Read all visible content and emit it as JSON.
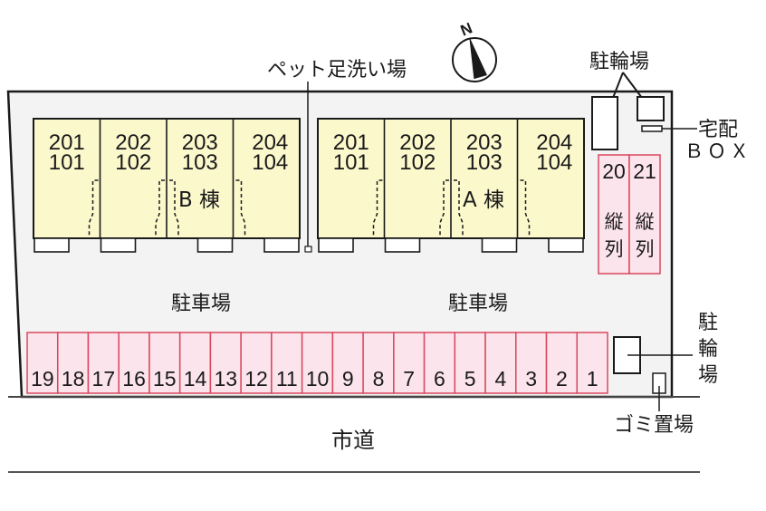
{
  "labels": {
    "pet_footwash": "ペット足洗い場",
    "north": "N",
    "bicycle_parking_top": "駐輪場",
    "delivery_box_line1": "宅配",
    "delivery_box_line2": "ＢＯＸ",
    "parking_left": "駐車場",
    "parking_right": "駐車場",
    "bicycle_parking_right_chars": [
      "駐",
      "輪",
      "場"
    ],
    "garbage": "ゴミ置場",
    "city_road": "市道"
  },
  "buildings": [
    {
      "name": "B棟",
      "label": "B 棟",
      "units": [
        {
          "upper": "201",
          "lower": "101"
        },
        {
          "upper": "202",
          "lower": "102"
        },
        {
          "upper": "203",
          "lower": "103"
        },
        {
          "upper": "204",
          "lower": "104"
        }
      ]
    },
    {
      "name": "A棟",
      "label": "A 棟",
      "units": [
        {
          "upper": "201",
          "lower": "101"
        },
        {
          "upper": "202",
          "lower": "102"
        },
        {
          "upper": "203",
          "lower": "103"
        },
        {
          "upper": "204",
          "lower": "104"
        }
      ]
    }
  ],
  "vertical_parking": [
    {
      "number": "20",
      "line1": "縦",
      "line2": "列"
    },
    {
      "number": "21",
      "line1": "縦",
      "line2": "列"
    }
  ],
  "parking_row": [
    "19",
    "18",
    "17",
    "16",
    "15",
    "14",
    "13",
    "12",
    "11",
    "10",
    "9",
    "8",
    "7",
    "6",
    "5",
    "4",
    "3",
    "2",
    "1"
  ],
  "colors": {
    "lot_fill": "#f3f3f3",
    "building_fill": "#fbf8cc",
    "parking_fill": "#fce4ec",
    "parking_stroke": "#d9485f",
    "line": "#1a1a1a"
  }
}
